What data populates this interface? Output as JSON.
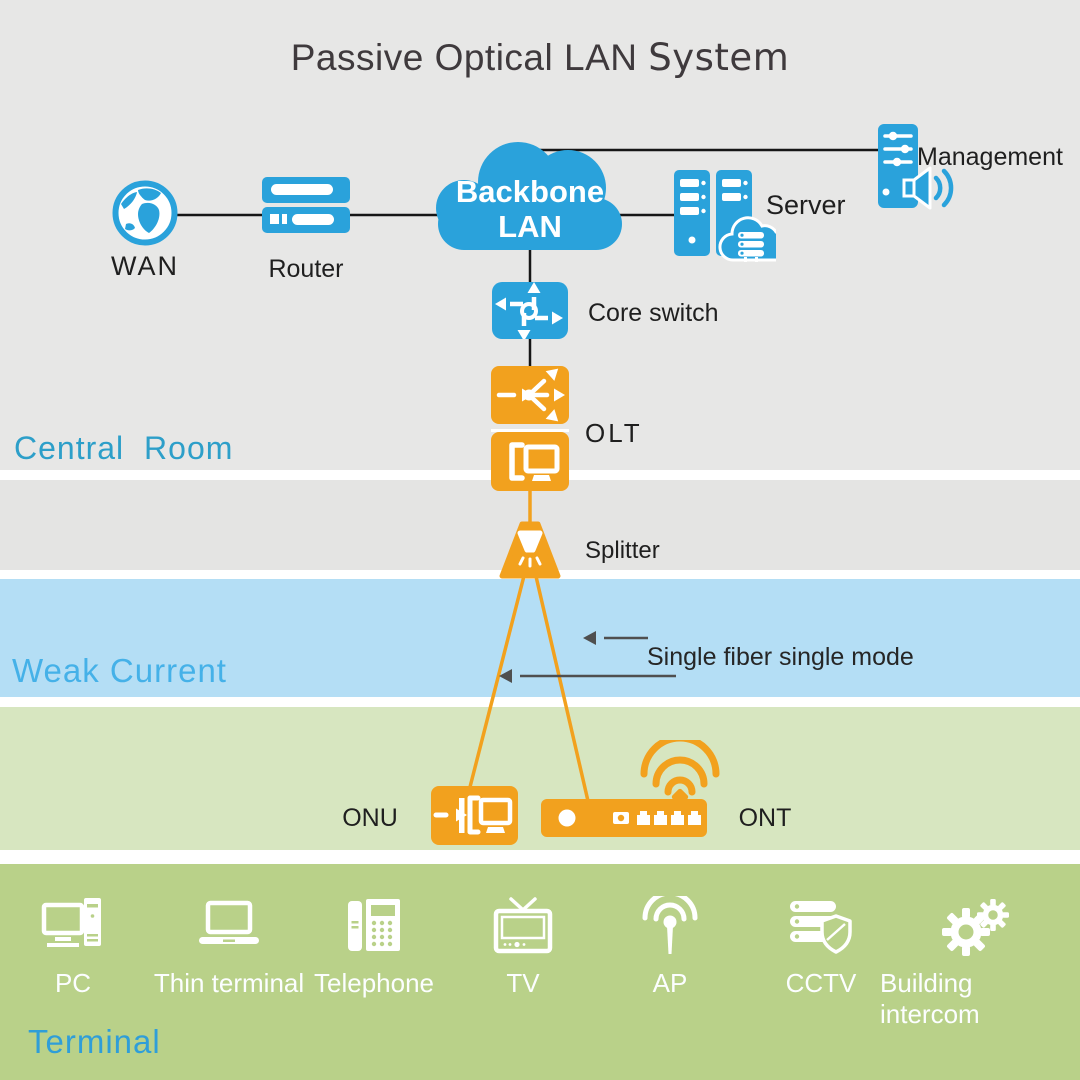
{
  "title": {
    "part1": "Passive Optical LAN ",
    "part2": "System"
  },
  "sections": {
    "central_room": "Central Room",
    "weak_current": "Weak Current",
    "terminal": "Terminal"
  },
  "annotation": {
    "fiber": "Single fiber single mode"
  },
  "devices": {
    "wan": {
      "label": "WAN",
      "icon": "globe-icon"
    },
    "router": {
      "label": "Router",
      "icon": "router-icon"
    },
    "backbone": {
      "line1": "Backbone",
      "line2": "LAN",
      "icon": "cloud-icon"
    },
    "server": {
      "label": "Server",
      "icon": "server-towers-icon"
    },
    "management": {
      "label": "Management",
      "icon": "management-tower-speaker-icon"
    },
    "core_switch": {
      "label": "Core switch",
      "icon": "switch-arrows-icon"
    },
    "olt": {
      "label": "OLT",
      "icon": "olt-splitter-and-terminal-icon"
    },
    "splitter": {
      "label": "Splitter",
      "icon": "optical-splitter-icon"
    },
    "onu": {
      "label": "ONU",
      "icon": "onu-box-icon"
    },
    "ont": {
      "label": "ONT",
      "icon": "ont-router-wifi-icon"
    }
  },
  "terminal_items": [
    {
      "label": "PC",
      "icon": "pc-icon"
    },
    {
      "label": "Thin terminal",
      "icon": "laptop-icon"
    },
    {
      "label": "Telephone",
      "icon": "telephone-icon"
    },
    {
      "label": "TV",
      "icon": "tv-icon"
    },
    {
      "label": "AP",
      "icon": "access-point-icon"
    },
    {
      "label": "CCTV",
      "icon": "cctv-shield-icon"
    },
    {
      "label": "Building intercom",
      "icon": "gears-icon"
    }
  ],
  "colors": {
    "device_blue": "#2aa2db",
    "device_orange": "#f2a11e",
    "band_gray_top": "#e7e7e6",
    "band_gray_2": "#e4e4e3",
    "band_blue": "#b4def5",
    "band_green_light": "#d7e6c0",
    "band_green_dark": "#b9d189",
    "label_central_room": "#2d9fc9",
    "label_weak_current": "#45b1e8",
    "label_terminal": "#2f9ed8",
    "line_black": "#161616",
    "line_orange": "#f2a11e",
    "arrow_gray": "#4f4f4f",
    "white": "#ffffff"
  }
}
